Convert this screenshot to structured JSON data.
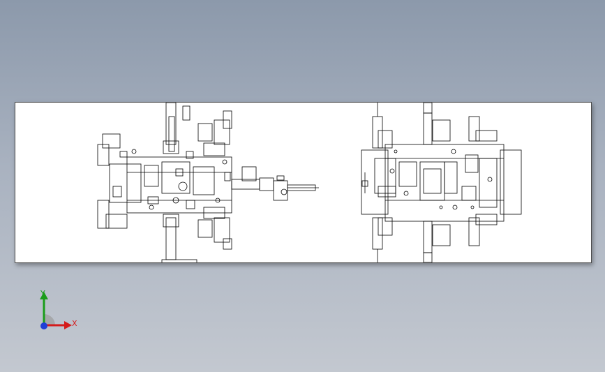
{
  "viewport": {
    "background_top": "#8c99ab",
    "background_bottom": "#c3c8d0"
  },
  "drawing": {
    "sheet_color": "#ffffff",
    "line_color": "#000000",
    "views": [
      "left-layout-view",
      "right-layout-view"
    ]
  },
  "triad": {
    "x_label": "X",
    "y_label": "Y",
    "x_color": "#d41b1b",
    "y_color": "#1a9d1a",
    "z_color": "#1f3fd6"
  }
}
